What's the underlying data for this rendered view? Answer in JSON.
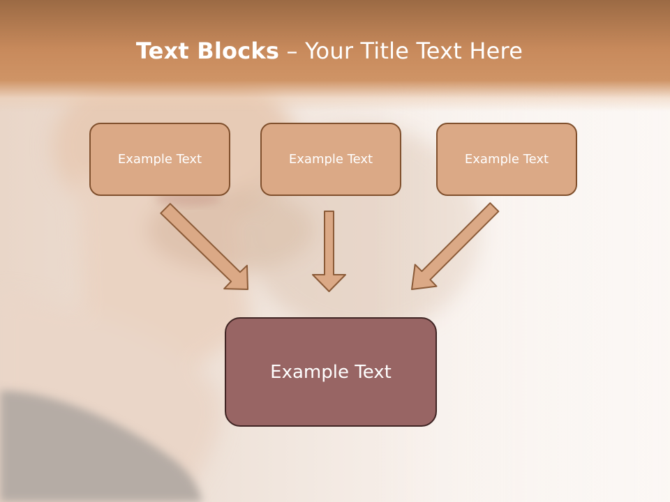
{
  "title": {
    "bold": "Text Blocks",
    "separator": "–",
    "rest": "Your Title Text Here"
  },
  "boxes": {
    "top": [
      "Example Text",
      "Example Text",
      "Example Text"
    ],
    "bottom": "Example Text"
  },
  "colors": {
    "header": "#c88a5c",
    "top_box_fill": "#dba986",
    "top_box_border": "#7f4f2c",
    "bottom_box_fill": "#986564",
    "bottom_box_border": "#3f2423",
    "arrow_fill": "#dba986"
  }
}
